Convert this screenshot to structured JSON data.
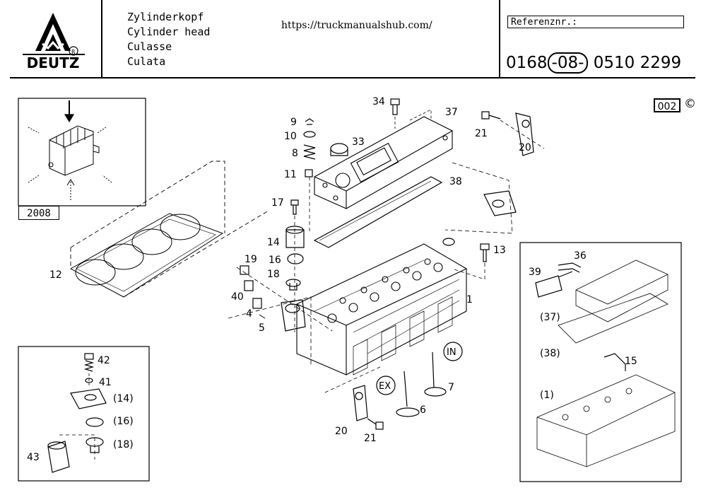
{
  "header": {
    "brand": "DEUTZ",
    "titles": [
      "Zylinderkopf",
      "Cylinder head",
      "Culasse",
      "Culata"
    ],
    "url": "https://truckmanualshub.com/",
    "reference_label": "Referenznr.:",
    "reference_number": {
      "part1": "0168",
      "part2": "08",
      "part3": "0510 2299"
    }
  },
  "page_code": "002",
  "copyright_symbol": "©",
  "inset_top_left": {
    "code": "2008"
  },
  "labels": {
    "p1": "1",
    "p4": "4",
    "p5": "5",
    "p6": "6",
    "p7": "7",
    "p8": "8",
    "p9": "9",
    "p10": "10",
    "p11": "11",
    "p12": "12",
    "p13": "13",
    "p14": "14",
    "p15": "15",
    "p16": "16",
    "p17": "17",
    "p18": "18",
    "p19": "19",
    "p20a": "20",
    "p20b": "20",
    "p21a": "21",
    "p21b": "21",
    "p33": "33",
    "p34": "34",
    "p36": "36",
    "p37": "37",
    "p38": "38",
    "p39": "39",
    "p40": "40",
    "p41": "41",
    "p42": "42",
    "p43": "43",
    "ref14": "(14)",
    "ref16": "(16)",
    "ref18": "(18)",
    "ref37": "(37)",
    "ref38": "(38)",
    "ref1": "(1)",
    "in": "IN",
    "ex": "EX"
  }
}
